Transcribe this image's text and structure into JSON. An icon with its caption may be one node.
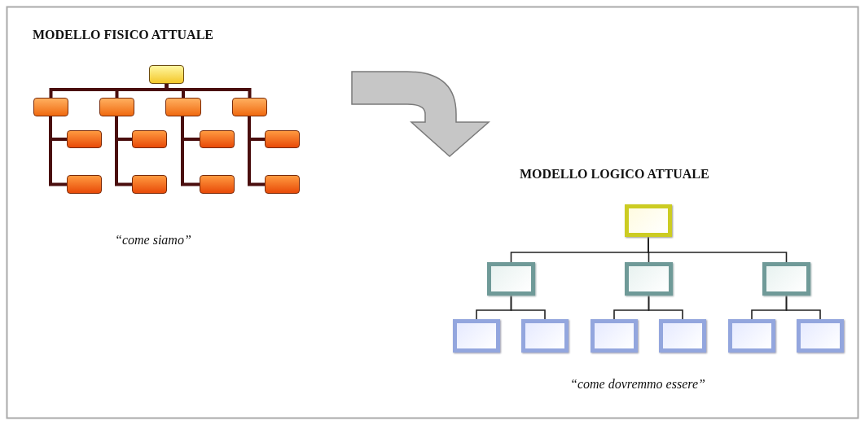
{
  "diagram": {
    "nodes": [
      {
        "text": [],
        "shape": "box"
      },
      {
        "text": [],
        "shape": "box"
      },
      {
        "text": [],
        "shape": "box"
      },
      {
        "text": [],
        "shape": "box"
      },
      {
        "text": [],
        "shape": "box"
      },
      {
        "text": [],
        "shape": "box"
      },
      {
        "text": [],
        "shape": "box"
      },
      {
        "text": [],
        "shape": "box"
      },
      {
        "text": [],
        "shape": "box"
      },
      {
        "text": [],
        "shape": "box"
      },
      {
        "text": [],
        "shape": "box"
      },
      {
        "text": [],
        "shape": "box"
      },
      {
        "text": [],
        "shape": "box"
      },
      {
        "text": [],
        "shape": "box"
      },
      {
        "text": [],
        "shape": "box"
      },
      {
        "text": [],
        "shape": "box"
      },
      {
        "text": [],
        "shape": "box"
      },
      {
        "text": [],
        "shape": "box"
      },
      {
        "text": [],
        "shape": "box"
      },
      {
        "text": [],
        "shape": "box"
      },
      {
        "text": [],
        "shape": "box"
      },
      {
        "text": [],
        "shape": "box"
      },
      {
        "text": [],
        "shape": "box"
      }
    ],
    "edges": [
      {
        "from": 0,
        "to": 1,
        "arrow": "none"
      },
      {
        "from": 0,
        "to": 2,
        "arrow": "none"
      },
      {
        "from": 0,
        "to": 3,
        "arrow": "none"
      },
      {
        "from": 0,
        "to": 4,
        "arrow": "none"
      },
      {
        "from": 1,
        "to": 5,
        "arrow": "none"
      },
      {
        "from": 1,
        "to": 6,
        "arrow": "none"
      },
      {
        "from": 2,
        "to": 7,
        "arrow": "none"
      },
      {
        "from": 2,
        "to": 8,
        "arrow": "none"
      },
      {
        "from": 3,
        "to": 9,
        "arrow": "none"
      },
      {
        "from": 3,
        "to": 10,
        "arrow": "none"
      },
      {
        "from": 4,
        "to": 11,
        "arrow": "none"
      },
      {
        "from": 4,
        "to": 12,
        "arrow": "none"
      },
      {
        "from": 13,
        "to": 14,
        "arrow": "none",
        "color": "#222222"
      },
      {
        "from": 13,
        "to": 15,
        "arrow": "none",
        "color": "#222222"
      },
      {
        "from": 13,
        "to": 16,
        "arrow": "none",
        "color": "#222222"
      },
      {
        "from": 14,
        "to": 17,
        "arrow": "none",
        "color": "#222222"
      },
      {
        "from": 14,
        "to": 18,
        "arrow": "none",
        "color": "#222222"
      },
      {
        "from": 15,
        "to": 19,
        "arrow": "none",
        "color": "#222222"
      },
      {
        "from": 15,
        "to": 20,
        "arrow": "none",
        "color": "#222222"
      },
      {
        "from": 16,
        "to": 21,
        "arrow": "none",
        "color": "#222222"
      },
      {
        "from": 16,
        "to": 22,
        "arrow": "none",
        "color": "#222222"
      }
    ],
    "labels": [
      "MODELLO FISICO ATTUALE",
      "“come siamo”",
      "MODELLO LOGICO ATTUALE",
      "“come dovremmo essere”"
    ]
  }
}
